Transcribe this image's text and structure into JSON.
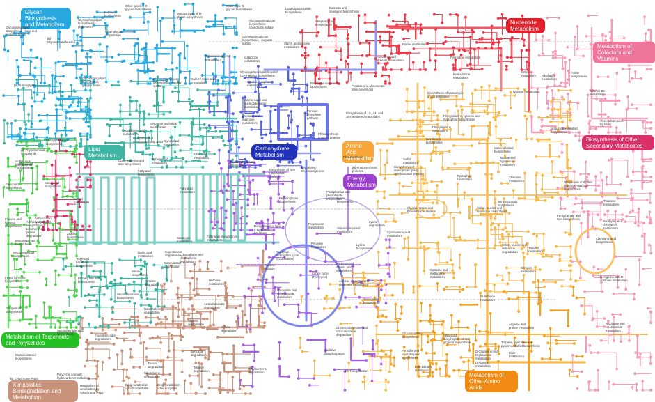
{
  "categories": [
    {
      "id": "glycan",
      "text": "Glycan Biosynthesis and Metabolism",
      "color": "#29a8e0"
    },
    {
      "id": "lipid",
      "text": "Lipid Metabolism",
      "color": "#3fb5a4"
    },
    {
      "id": "carbohydrate",
      "text": "Carbohydrate Metabolism",
      "color": "#2233bb"
    },
    {
      "id": "amino",
      "text": "Amino Acid Metabolism",
      "color": "#f7a738"
    },
    {
      "id": "energy",
      "text": "Energy Metabolism",
      "color": "#9b3fd1"
    },
    {
      "id": "nucleotide",
      "text": "Nucleotide Metabolism",
      "color": "#e0202a"
    },
    {
      "id": "cofactors",
      "text": "Metabolism of Cofactors and Vitamins",
      "color": "#f0759a"
    },
    {
      "id": "secondary",
      "text": "Biosynthesis of Other Secondary Metabolites",
      "color": "#d9306a"
    },
    {
      "id": "terpenoids",
      "text": "Metabolism of Terpenoids and Polyketides",
      "color": "#22c022"
    },
    {
      "id": "xenobiotics",
      "text": "Xenobiotics Biodegradation and Metabolism",
      "color": "#c8927a"
    },
    {
      "id": "other_amino",
      "text": "Metabolism of Other Amino Acids",
      "color": "#f08a12"
    }
  ],
  "pathways": [
    {
      "text": "Glycosphingolipid biosynthesis - lacto and neolacto series"
    },
    {
      "text": "Glycosphingolipid biosynthesis - globoseries"
    },
    {
      "text": "N-Glycan biosynthesis"
    },
    {
      "text": "Other types of O-glycan biosynthesis"
    },
    {
      "text": "Various types of N-glycan biosynthesis"
    },
    {
      "text": "Mucin type O-glycan biosynthesis"
    },
    {
      "text": "Lipopolysaccharide biosynthesis"
    },
    {
      "text": "Butirosin and neomycin biosynthesis"
    },
    {
      "text": "Glycosaminoglycan biosynthesis - chondroitin sulfate"
    },
    {
      "text": "Streptomycin biosynthesis"
    },
    {
      "text": "Other glycan degradation"
    },
    {
      "text": "Glycosaminoglycan biosynthesis - heparan sulfate"
    },
    {
      "text": "Starch and sucrose metabolism"
    },
    {
      "text": "Purine metabolism"
    },
    {
      "text": "Pyrimidine metabolism"
    },
    {
      "text": "Glycosaminoglycan degradation"
    },
    {
      "text": "Galactose metabolism"
    },
    {
      "text": "Ascorbate and aldarate metabolism"
    },
    {
      "text": "[B] Glycosyltransferases"
    },
    {
      "text": "[B] Proteoglycan"
    },
    {
      "text": "Glycosylphosphatidylinositol (GPI)-anchor biosynthesis"
    },
    {
      "text": "Glycosphingolipid biosynthesis - ganglio series"
    },
    {
      "text": "Glycosaminoglycan biosynthesis - keratan sulfate"
    },
    {
      "text": "Sulfur-/ Sialic acid metabolism"
    },
    {
      "text": "Inositol phosphate metabolism"
    },
    {
      "text": "Polyketide sugar unit biosynthesis"
    },
    {
      "text": "Pentose and glucuronate interconversions"
    },
    {
      "text": "beta-Alanine metabolism"
    },
    {
      "text": "Biosynthesis of vancomycin group antibiotics"
    },
    {
      "text": "Tyrosine metabolism"
    },
    {
      "text": "Amino sugar and nucleotide sugar metabolism"
    },
    {
      "text": "Pentose phosphate pathway"
    },
    {
      "text": "Biosynthesis of 12-, 14- and 16-membered macrolides"
    },
    {
      "text": "Caffeine metabolism"
    },
    {
      "text": "Riboflavin metabolism"
    },
    {
      "text": "Folate biosynthesis"
    },
    {
      "text": "Vitamin B6 metabolism"
    },
    {
      "text": "Phenylalanine, tyrosine and tryptophan biosynthesis"
    },
    {
      "text": "Phenylalanine metabolism"
    },
    {
      "text": "Novobiocin biosynthesis"
    },
    {
      "text": "One carbon pool by folate"
    },
    {
      "text": "Isoquinoline alkaloid biosynthesis"
    },
    {
      "text": "Fructose and mannose metabolism"
    },
    {
      "text": "Glycerophospholipid metabolism"
    },
    {
      "text": "Arachidonic acid metabolism"
    },
    {
      "text": "Biosynthesis of unsaturated fatty acids"
    },
    {
      "text": "Glycerolipid metabolism"
    },
    {
      "text": "Ether lipid metabolism"
    },
    {
      "text": "Sphingolipid metabolism"
    },
    {
      "text": "Cutin, suberine and wax biosynthesis"
    },
    {
      "text": "Inositol phosphate metabolism"
    },
    {
      "text": "Glycolysis / Gluconeogenesis"
    },
    {
      "text": "Photosynthesis"
    },
    {
      "text": "Photosynthesis - antenna proteins"
    },
    {
      "text": "[B] Photosynthesis proteins"
    },
    {
      "text": "Sulfur metabolism"
    },
    {
      "text": "Biosynthesis of siderophore group nonribosomal peptides"
    },
    {
      "text": "Tryptophan metabolism"
    },
    {
      "text": "Taurine and hypotaurine metabolism"
    },
    {
      "text": "Indole alkaloid biosynthesis"
    },
    {
      "text": "Ubiquinone and other terpenoid-quinone biosynthesis"
    },
    {
      "text": "Steroid biosynthesis"
    },
    {
      "text": "Primary bile acid biosynthesis"
    },
    {
      "text": "Steroid hormone biosynthesis"
    },
    {
      "text": "Secondary bile acid biosynthesis"
    },
    {
      "text": "[B] Phytochemical compounds"
    },
    {
      "text": "Phenylpropanoid biosynthesis"
    },
    {
      "text": "Flavonoid biosynthesis"
    },
    {
      "text": "Isoflavonoid biosynthesis"
    },
    {
      "text": "Carotenoid biosynthesis"
    },
    {
      "text": "Retinol metabolism"
    },
    {
      "text": "Flavone and flavonol biosynthesis"
    },
    {
      "text": "Anthocyanin biosynthesis"
    },
    {
      "text": "Limonene and pinene degradation"
    },
    {
      "text": "Zeatin biosynthesis"
    },
    {
      "text": "Monoterpenoid biosynthesis"
    },
    {
      "text": "Sesquiterpenoid biosynthesis"
    },
    {
      "text": "Terpenoid backbone biosynthesis"
    },
    {
      "text": "Insect hormone biosynthesis"
    },
    {
      "text": "Diterpenoid biosynthesis"
    },
    {
      "text": "Brassinosteroid biosynthesis"
    },
    {
      "text": "Fatty acid biosynthesis"
    },
    {
      "text": "Fatty acid metabolism"
    },
    {
      "text": "Butanoate metabolism"
    },
    {
      "text": "Fatty acid elongation in mitochondria"
    },
    {
      "text": "Lipoic acid metabolism"
    },
    {
      "text": "Chloroalkane and chloroalkene degradation"
    },
    {
      "text": "Caprolactam degradation"
    },
    {
      "text": "Methane metabolism"
    },
    {
      "text": "Aminobenzoate degradation"
    },
    {
      "text": "Atrazine degradation"
    },
    {
      "text": "Benzoate degradation"
    },
    {
      "text": "Naphthalene degradation"
    },
    {
      "text": "Styrene degradation"
    },
    {
      "text": "Xylene degradation"
    },
    {
      "text": "Toluene degradation"
    },
    {
      "text": "Dioxin degradation"
    },
    {
      "text": "Fluorobenzoate degradation"
    },
    {
      "text": "Polycyclic aromatic hydrocarbon metabolism"
    },
    {
      "text": "[B] Cytochrome P450"
    },
    {
      "text": "Metabolism of xenobiotics by cytochrome P450"
    },
    {
      "text": "Drug metabolism - cytochrome P450"
    },
    {
      "text": "Drug metabolism - other enzymes"
    },
    {
      "text": "Nitrotoluene degradation"
    },
    {
      "text": "Ethylbenzene degradation"
    },
    {
      "text": "DDT degradation"
    },
    {
      "text": "Chlorocyclohexane and chlorobenzene degradation"
    },
    {
      "text": "Oxidative phosphorylation"
    },
    {
      "text": "Carbon fixation"
    },
    {
      "text": "Citrate cycle (TCA cycle)"
    },
    {
      "text": "Glyoxylate and dicarboxylate metabolism"
    },
    {
      "text": "Pyruvate metabolism"
    },
    {
      "text": "Propanoate metabolism"
    },
    {
      "text": "Reductive carboxylate cycle (CO2 fixation)"
    },
    {
      "text": "C5-Branched dibasic acid metabolism"
    },
    {
      "text": "Alanine, aspartate and glutamate metabolism"
    },
    {
      "text": "Selenocompound metabolism"
    },
    {
      "text": "Lysine degradation"
    },
    {
      "text": "Lysine biosynthesis"
    },
    {
      "text": "Cyanoamino acid metabolism"
    },
    {
      "text": "Glycine, serine and threonine metabolism"
    },
    {
      "text": "Valine, leucine and isoleucine biosynthesis"
    },
    {
      "text": "Valine, leucine and isoleucine degradation"
    },
    {
      "text": "Cysteine and methionine metabolism"
    },
    {
      "text": "Nitrogen metabolism"
    },
    {
      "text": "Glutathione metabolism"
    },
    {
      "text": "Arginine and proline metabolism"
    },
    {
      "text": "Tropane, piperidine and pyridine alkaloid biosynthesis"
    },
    {
      "text": "D-Glutamine and D-glutamate metabolism"
    },
    {
      "text": "D-Alanine metabolism"
    },
    {
      "text": "Penicillin and cephalosporin biosynthesis"
    },
    {
      "text": "beta-Lactam resistance"
    },
    {
      "text": "Biotin metabolism"
    },
    {
      "text": "Pantothenate and CoA biosynthesis"
    },
    {
      "text": "Porphyrin and chlorophyll metabolism"
    },
    {
      "text": "Thiamine metabolism"
    },
    {
      "text": "Benzoxazinoid biosynthesis"
    },
    {
      "text": "Histidine metabolism"
    },
    {
      "text": "Phosphonate and phosphinate metabolism"
    },
    {
      "text": "Biosynthesis of type II polyketide products"
    },
    {
      "text": "Biosynthesis of type II polyketide backbone"
    },
    {
      "text": "Peptidoglycan biosynthesis"
    },
    {
      "text": "Lysine biosynthesis"
    },
    {
      "text": "Tetracycline biosynthesis"
    },
    {
      "text": "Glucosinolate biosynthesis"
    },
    {
      "text": "Clavulanic acid biosynthesis"
    },
    {
      "text": "D-Arginine and D-ornithine metabolism"
    },
    {
      "text": "Nicotinate and nicotinamide metabolism"
    },
    {
      "text": "Stilbenoid, diarylheptanoid and gingerol biosynthesis"
    },
    {
      "text": "Thiamine metabolism"
    },
    {
      "text": "Caprolactam degradation"
    },
    {
      "text": "Anthocyanin biosynthesis"
    },
    {
      "text": "Isoflavonoid biosynthesis"
    }
  ],
  "colors": {
    "glycan": "#29a8e0",
    "lipid": "#3fb5a4",
    "carb": "#5562e0",
    "amino": "#f7b84d",
    "energy": "#a55fe0",
    "nucleotide": "#e83a48",
    "cofactor": "#f49bb7",
    "secondary": "#d9306a",
    "terpenoid": "#4fd04f",
    "xeno": "#c8927a",
    "other_amino": "#f5a020",
    "lipid_dark": "#2fa89a"
  }
}
